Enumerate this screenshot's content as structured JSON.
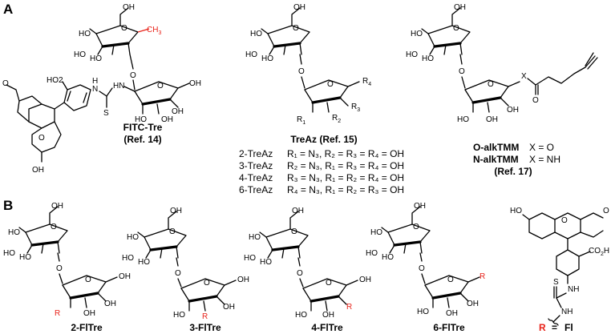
{
  "panels": {
    "a": "A",
    "b": "B"
  },
  "atoms": {
    "ho": "HO",
    "oh": "OH",
    "o": "O",
    "ch3": "CH",
    "ch3_sub": "3",
    "hn": "HN",
    "nh": "NH",
    "h": "H",
    "n": "N",
    "s": "S",
    "co2h": "CO",
    "co2h_sub": "2",
    "co2h_tail": "H",
    "x": "X",
    "r": "R",
    "r1": "R",
    "r1_sub": "1",
    "r2": "R",
    "r2_sub": "2",
    "r3": "R",
    "r3_sub": "3",
    "r4": "R",
    "r4_sub": "4"
  },
  "compounds_a": {
    "fitc_name": "FITC-Tre",
    "fitc_ref": "(Ref. 14)",
    "treaz_name": "TreAz (Ref. 15)",
    "treaz_rows": [
      {
        "label": "2-TreAz",
        "subst": "R₁ = N₃, R₂ = R₃ = R₄ = OH"
      },
      {
        "label": "3-TreAz",
        "subst": "R₂ = N₃, R₁ = R₃ = R₄ = OH"
      },
      {
        "label": "4-TreAz",
        "subst": "R₃ = N₃, R₁ = R₂ = R₄ = OH"
      },
      {
        "label": "6-TreAz",
        "subst": "R₄ = N₃, R₁ = R₂ = R₃ = OH"
      }
    ],
    "oalk_name": "O-alkTMM",
    "oalk_x": "X = O",
    "nalk_name": "N-alkTMM",
    "nalk_x": "X = NH",
    "alk_ref": "(Ref. 17)"
  },
  "compounds_b": {
    "names": [
      "2-FlTre",
      "3-FlTre",
      "4-FlTre",
      "6-FlTre"
    ],
    "legend_r": "R",
    "legend_eq": "=",
    "legend_fl": "Fl"
  },
  "colors": {
    "highlight": "#e8231a",
    "ink": "#000000"
  }
}
